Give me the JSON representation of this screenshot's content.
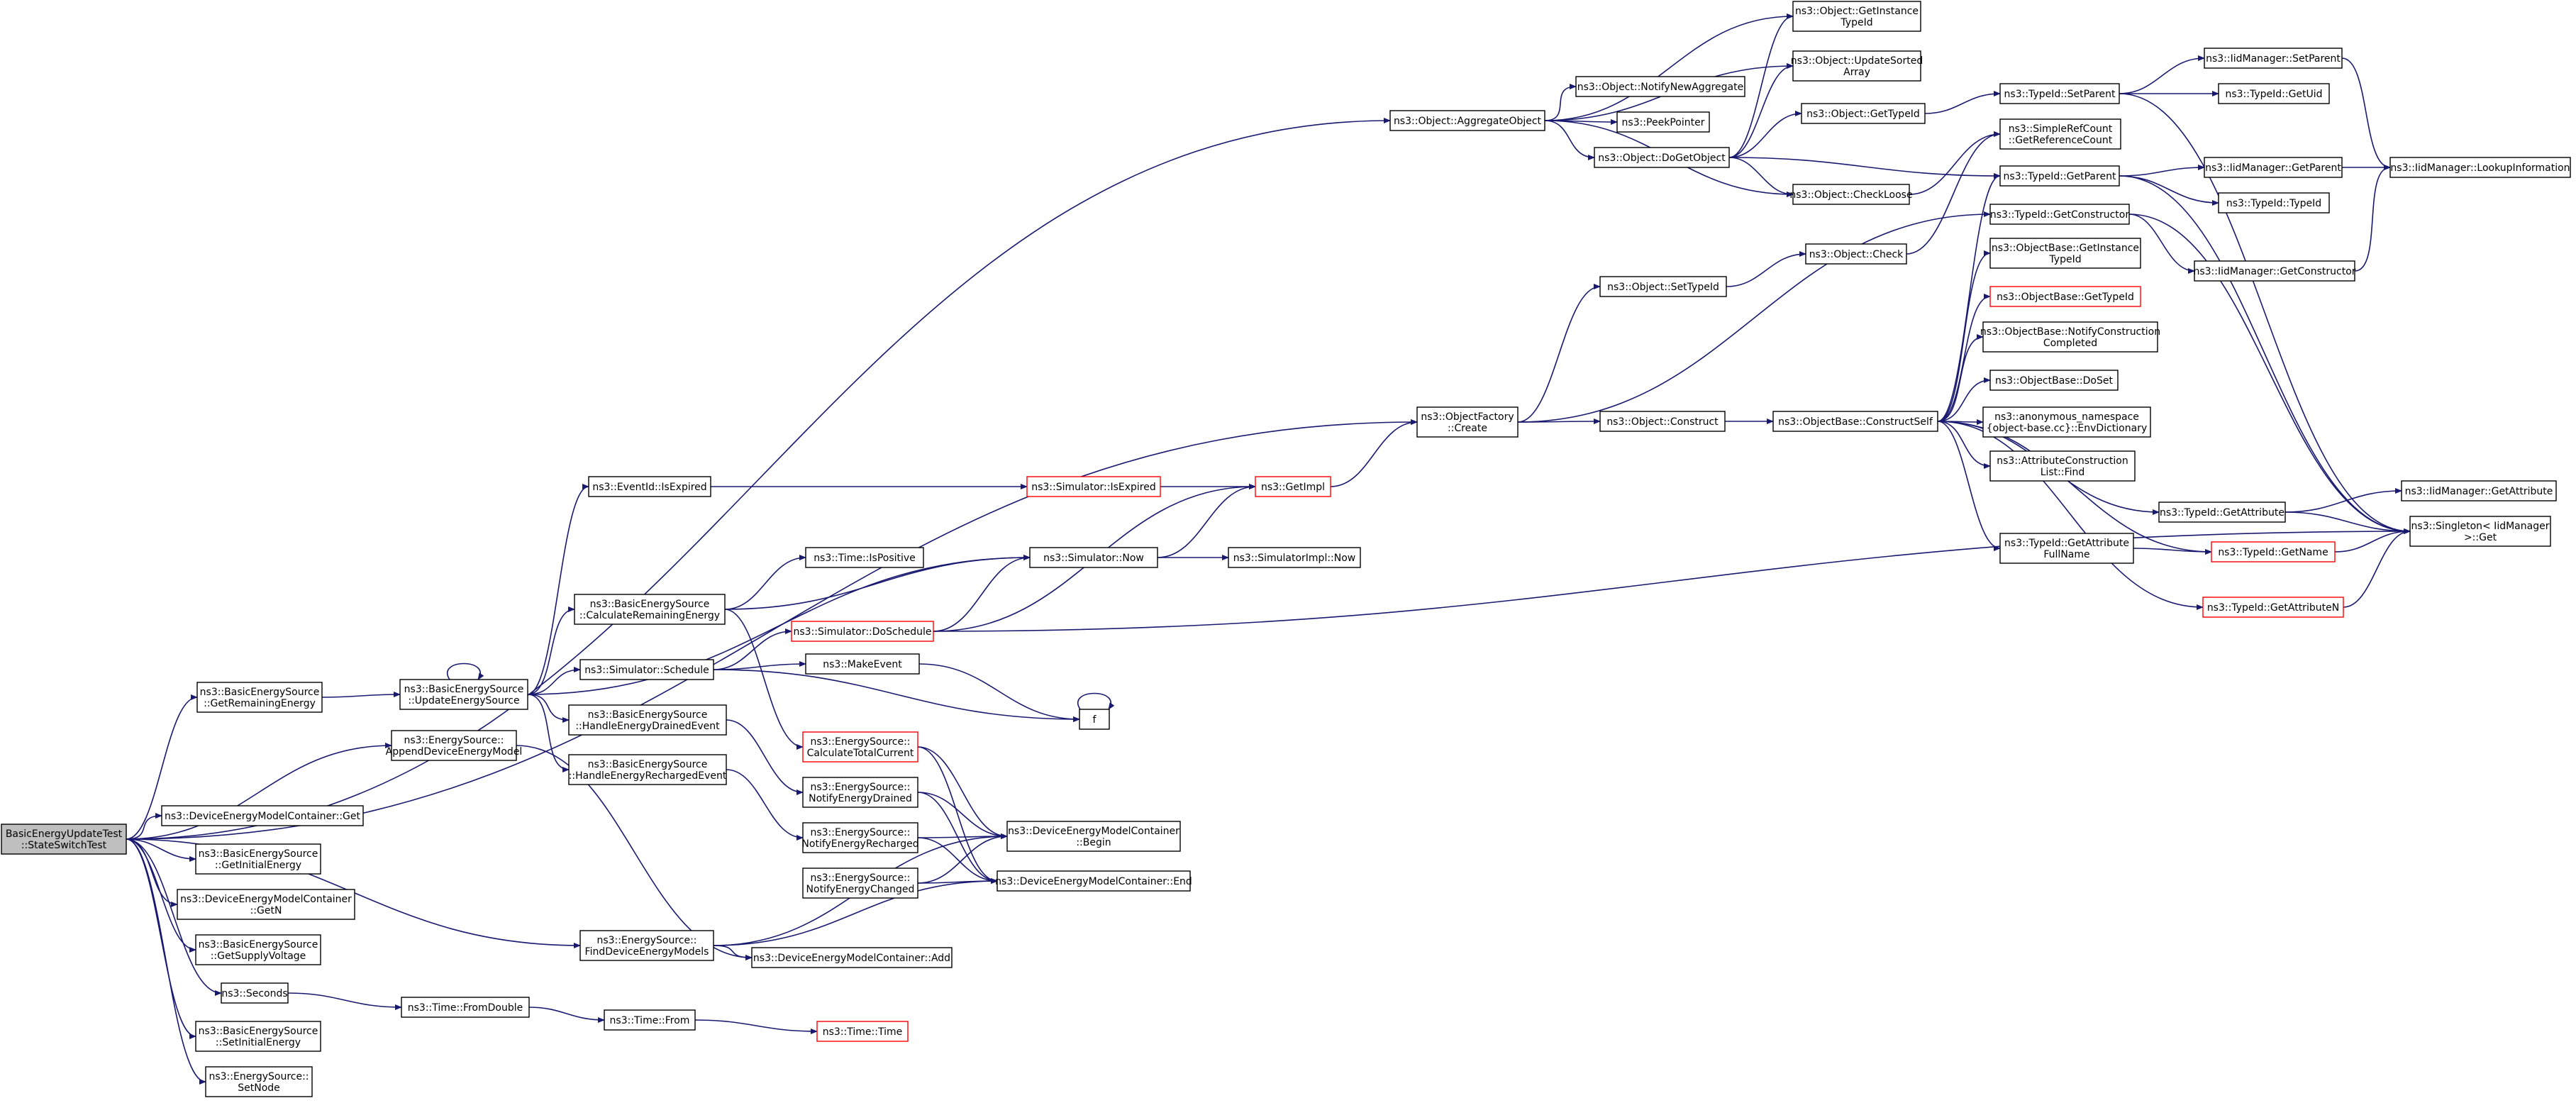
{
  "colors": {
    "edge": "#191970",
    "node_border": "#000000",
    "node_border_truncated": "#ff0000",
    "node_fill": "#ffffff",
    "root_fill": "#bfbfbf",
    "text": "#000000"
  },
  "nodes": [
    {
      "id": "root",
      "lines": [
        "BasicEnergyUpdateTest",
        "::StateSwitchTest"
      ],
      "truncated": false,
      "root": true
    },
    {
      "id": "aggregate",
      "lines": [
        "ns3::Object::AggregateObject"
      ],
      "truncated": false
    },
    {
      "id": "of_create",
      "lines": [
        "ns3::ObjectFactory",
        "::Create"
      ],
      "truncated": false
    },
    {
      "id": "bes_getremaining",
      "lines": [
        "ns3::BasicEnergySource",
        "::GetRemainingEnergy"
      ],
      "truncated": false
    },
    {
      "id": "es_append",
      "lines": [
        "ns3::EnergySource::",
        "AppendDeviceEnergyModel"
      ],
      "truncated": false
    },
    {
      "id": "demc_get",
      "lines": [
        "ns3::DeviceEnergyModelContainer::Get"
      ],
      "truncated": false
    },
    {
      "id": "bes_getinitial",
      "lines": [
        "ns3::BasicEnergySource",
        "::GetInitialEnergy"
      ],
      "truncated": false
    },
    {
      "id": "demc_getn",
      "lines": [
        "ns3::DeviceEnergyModelContainer",
        "::GetN"
      ],
      "truncated": false
    },
    {
      "id": "bes_getsupply",
      "lines": [
        "ns3::BasicEnergySource",
        "::GetSupplyVoltage"
      ],
      "truncated": false
    },
    {
      "id": "seconds",
      "lines": [
        "ns3::Seconds"
      ],
      "truncated": false
    },
    {
      "id": "bes_setinitial",
      "lines": [
        "ns3::BasicEnergySource",
        "::SetInitialEnergy"
      ],
      "truncated": false
    },
    {
      "id": "es_setnode",
      "lines": [
        "ns3::EnergySource::",
        "SetNode"
      ],
      "truncated": false
    },
    {
      "id": "bes_update",
      "lines": [
        "ns3::BasicEnergySource",
        "::UpdateEnergySource"
      ],
      "truncated": false
    },
    {
      "id": "es_find",
      "lines": [
        "ns3::EnergySource::",
        "FindDeviceEnergyModels"
      ],
      "truncated": false
    },
    {
      "id": "time_fromdouble",
      "lines": [
        "ns3::Time::FromDouble"
      ],
      "truncated": false
    },
    {
      "id": "time_from",
      "lines": [
        "ns3::Time::From"
      ],
      "truncated": false
    },
    {
      "id": "time_time",
      "lines": [
        "ns3::Time::Time"
      ],
      "truncated": true
    },
    {
      "id": "eventid_isexpired",
      "lines": [
        "ns3::EventId::IsExpired"
      ],
      "truncated": false
    },
    {
      "id": "bes_calcremaining",
      "lines": [
        "ns3::BasicEnergySource",
        "::CalculateRemainingEnergy"
      ],
      "truncated": false
    },
    {
      "id": "sim_schedule",
      "lines": [
        "ns3::Simulator::Schedule"
      ],
      "truncated": false
    },
    {
      "id": "bes_handledrained",
      "lines": [
        "ns3::BasicEnergySource",
        "::HandleEnergyDrainedEvent"
      ],
      "truncated": false
    },
    {
      "id": "bes_handlerecharged",
      "lines": [
        "ns3::BasicEnergySource",
        "::HandleEnergyRechargedEvent"
      ],
      "truncated": false
    },
    {
      "id": "sim_isexpired",
      "lines": [
        "ns3::Simulator::IsExpired"
      ],
      "truncated": true
    },
    {
      "id": "getimpl",
      "lines": [
        "ns3::GetImpl"
      ],
      "truncated": true
    },
    {
      "id": "sim_now",
      "lines": [
        "ns3::Simulator::Now"
      ],
      "truncated": false
    },
    {
      "id": "simimpl_now",
      "lines": [
        "ns3::SimulatorImpl::Now"
      ],
      "truncated": false
    },
    {
      "id": "time_ispositive",
      "lines": [
        "ns3::Time::IsPositive"
      ],
      "truncated": false
    },
    {
      "id": "sim_doschedule",
      "lines": [
        "ns3::Simulator::DoSchedule"
      ],
      "truncated": true
    },
    {
      "id": "makeevent",
      "lines": [
        "ns3::MakeEvent"
      ],
      "truncated": false
    },
    {
      "id": "f",
      "lines": [
        "f"
      ],
      "truncated": false
    },
    {
      "id": "es_calctotal",
      "lines": [
        "ns3::EnergySource::",
        "CalculateTotalCurrent"
      ],
      "truncated": true
    },
    {
      "id": "es_notifydrained",
      "lines": [
        "ns3::EnergySource::",
        "NotifyEnergyDrained"
      ],
      "truncated": false
    },
    {
      "id": "es_notifyrecharged",
      "lines": [
        "ns3::EnergySource::",
        "NotifyEnergyRecharged"
      ],
      "truncated": false
    },
    {
      "id": "es_notifychanged",
      "lines": [
        "ns3::EnergySource::",
        "NotifyEnergyChanged"
      ],
      "truncated": false
    },
    {
      "id": "demc_begin",
      "lines": [
        "ns3::DeviceEnergyModelContainer",
        "::Begin"
      ],
      "truncated": false
    },
    {
      "id": "demc_end",
      "lines": [
        "ns3::DeviceEnergyModelContainer::End"
      ],
      "truncated": false
    },
    {
      "id": "demc_add",
      "lines": [
        "ns3::DeviceEnergyModelContainer::Add"
      ],
      "truncated": false
    },
    {
      "id": "obj_setypeid",
      "lines": [
        "ns3::Object::SetTypeId"
      ],
      "truncated": false
    },
    {
      "id": "obj_construct",
      "lines": [
        "ns3::Object::Construct"
      ],
      "truncated": false
    },
    {
      "id": "obj_check",
      "lines": [
        "ns3::Object::Check"
      ],
      "truncated": false
    },
    {
      "id": "objbase_constructself",
      "lines": [
        "ns3::ObjectBase::ConstructSelf"
      ],
      "truncated": false
    },
    {
      "id": "obj_getinstancetypeid",
      "lines": [
        "ns3::Object::GetInstance",
        "TypeId"
      ],
      "truncated": false
    },
    {
      "id": "obj_updatesorted",
      "lines": [
        "ns3::Object::UpdateSorted",
        "Array"
      ],
      "truncated": false
    },
    {
      "id": "obj_notifynewagg",
      "lines": [
        "ns3::Object::NotifyNewAggregate"
      ],
      "truncated": false
    },
    {
      "id": "peekpointer",
      "lines": [
        "ns3::PeekPointer"
      ],
      "truncated": false
    },
    {
      "id": "obj_dogetobject",
      "lines": [
        "ns3::Object::DoGetObject"
      ],
      "truncated": false
    },
    {
      "id": "obj_gettypeid",
      "lines": [
        "ns3::Object::GetTypeId"
      ],
      "truncated": false
    },
    {
      "id": "obj_checkloose",
      "lines": [
        "ns3::Object::CheckLoose"
      ],
      "truncated": false
    },
    {
      "id": "simplerefcount",
      "lines": [
        "ns3::SimpleRefCount",
        "::GetReferenceCount"
      ],
      "truncated": false
    },
    {
      "id": "typeid_setparent",
      "lines": [
        "ns3::TypeId::SetParent"
      ],
      "truncated": false
    },
    {
      "id": "typeid_getparent",
      "lines": [
        "ns3::TypeId::GetParent"
      ],
      "truncated": false
    },
    {
      "id": "typeid_getconstructor",
      "lines": [
        "ns3::TypeId::GetConstructor"
      ],
      "truncated": false
    },
    {
      "id": "objbase_getinstancetypeid",
      "lines": [
        "ns3::ObjectBase::GetInstance",
        "TypeId"
      ],
      "truncated": false
    },
    {
      "id": "objbase_gettypeid",
      "lines": [
        "ns3::ObjectBase::GetTypeId"
      ],
      "truncated": true
    },
    {
      "id": "objbase_notifyconstruction",
      "lines": [
        "ns3::ObjectBase::NotifyConstruction",
        "Completed"
      ],
      "truncated": false
    },
    {
      "id": "objbase_doset",
      "lines": [
        "ns3::ObjectBase::DoSet"
      ],
      "truncated": false
    },
    {
      "id": "anon_envdict",
      "lines": [
        "ns3::anonymous_namespace",
        "{object-base.cc}::EnvDictionary"
      ],
      "truncated": false
    },
    {
      "id": "attrconst_find",
      "lines": [
        "ns3::AttributeConstruction",
        "List::Find"
      ],
      "truncated": false
    },
    {
      "id": "typeid_getattribute",
      "lines": [
        "ns3::TypeId::GetAttribute"
      ],
      "truncated": false
    },
    {
      "id": "typeid_getattrfullname",
      "lines": [
        "ns3::TypeId::GetAttribute",
        "FullName"
      ],
      "truncated": false
    },
    {
      "id": "typeid_getname",
      "lines": [
        "ns3::TypeId::GetName"
      ],
      "truncated": true
    },
    {
      "id": "typeid_getattributen",
      "lines": [
        "ns3::TypeId::GetAttributeN"
      ],
      "truncated": true
    },
    {
      "id": "iidm_setparent",
      "lines": [
        "ns3::IidManager::SetParent"
      ],
      "truncated": false
    },
    {
      "id": "typeid_getuid",
      "lines": [
        "ns3::TypeId::GetUid"
      ],
      "truncated": false
    },
    {
      "id": "iidm_getparent",
      "lines": [
        "ns3::IidManager::GetParent"
      ],
      "truncated": false
    },
    {
      "id": "typeid_typeid",
      "lines": [
        "ns3::TypeId::TypeId"
      ],
      "truncated": false
    },
    {
      "id": "iidm_getconstructor",
      "lines": [
        "ns3::IidManager::GetConstructor"
      ],
      "truncated": false
    },
    {
      "id": "iidm_lookupinfo",
      "lines": [
        "ns3::IidManager::LookupInformation"
      ],
      "truncated": false
    },
    {
      "id": "iidm_getattribute",
      "lines": [
        "ns3::IidManager::GetAttribute"
      ],
      "truncated": false
    },
    {
      "id": "singleton_get",
      "lines": [
        "ns3::Singleton< IidManager",
        " >::Get"
      ],
      "truncated": false
    }
  ],
  "edges": [
    [
      "root",
      "aggregate"
    ],
    [
      "root",
      "of_create"
    ],
    [
      "root",
      "bes_getremaining"
    ],
    [
      "root",
      "es_append"
    ],
    [
      "root",
      "demc_get"
    ],
    [
      "root",
      "bes_getinitial"
    ],
    [
      "root",
      "demc_getn"
    ],
    [
      "root",
      "bes_getsupply"
    ],
    [
      "root",
      "seconds"
    ],
    [
      "root",
      "bes_setinitial"
    ],
    [
      "root",
      "es_setnode"
    ],
    [
      "root",
      "es_find"
    ],
    [
      "bes_getremaining",
      "bes_update"
    ],
    [
      "bes_update",
      "bes_update"
    ],
    [
      "bes_update",
      "eventid_isexpired"
    ],
    [
      "bes_update",
      "bes_calcremaining"
    ],
    [
      "bes_update",
      "sim_schedule"
    ],
    [
      "bes_update",
      "bes_handledrained"
    ],
    [
      "bes_update",
      "bes_handlerecharged"
    ],
    [
      "bes_update",
      "sim_now"
    ],
    [
      "es_append",
      "demc_add"
    ],
    [
      "es_find",
      "demc_begin"
    ],
    [
      "es_find",
      "demc_end"
    ],
    [
      "es_find",
      "demc_add"
    ],
    [
      "seconds",
      "time_fromdouble"
    ],
    [
      "time_fromdouble",
      "time_from"
    ],
    [
      "time_from",
      "time_time"
    ],
    [
      "eventid_isexpired",
      "sim_isexpired"
    ],
    [
      "sim_isexpired",
      "getimpl"
    ],
    [
      "bes_calcremaining",
      "sim_now"
    ],
    [
      "bes_calcremaining",
      "time_ispositive"
    ],
    [
      "bes_calcremaining",
      "es_calctotal"
    ],
    [
      "sim_now",
      "getimpl"
    ],
    [
      "sim_now",
      "simimpl_now"
    ],
    [
      "sim_schedule",
      "sim_doschedule"
    ],
    [
      "sim_schedule",
      "makeevent"
    ],
    [
      "sim_schedule",
      "f"
    ],
    [
      "sim_doschedule",
      "getimpl"
    ],
    [
      "sim_doschedule",
      "sim_now"
    ],
    [
      "sim_doschedule",
      "singleton_get"
    ],
    [
      "makeevent",
      "f"
    ],
    [
      "f",
      "f"
    ],
    [
      "bes_handledrained",
      "es_notifydrained"
    ],
    [
      "bes_handlerecharged",
      "es_notifyrecharged"
    ],
    [
      "es_calctotal",
      "demc_begin"
    ],
    [
      "es_calctotal",
      "demc_end"
    ],
    [
      "es_notifydrained",
      "demc_begin"
    ],
    [
      "es_notifydrained",
      "demc_end"
    ],
    [
      "es_notifyrecharged",
      "demc_begin"
    ],
    [
      "es_notifyrecharged",
      "demc_end"
    ],
    [
      "es_notifychanged",
      "demc_begin"
    ],
    [
      "es_notifychanged",
      "demc_end"
    ],
    [
      "getimpl",
      "of_create"
    ],
    [
      "of_create",
      "obj_setypeid"
    ],
    [
      "of_create",
      "obj_construct"
    ],
    [
      "of_create",
      "typeid_getconstructor"
    ],
    [
      "obj_setypeid",
      "obj_check"
    ],
    [
      "obj_check",
      "simplerefcount"
    ],
    [
      "obj_construct",
      "objbase_constructself"
    ],
    [
      "aggregate",
      "obj_getinstancetypeid"
    ],
    [
      "aggregate",
      "obj_updatesorted"
    ],
    [
      "aggregate",
      "obj_notifynewagg"
    ],
    [
      "aggregate",
      "peekpointer"
    ],
    [
      "aggregate",
      "obj_dogetobject"
    ],
    [
      "aggregate",
      "obj_checkloose"
    ],
    [
      "obj_dogetobject",
      "obj_getinstancetypeid"
    ],
    [
      "obj_dogetobject",
      "obj_updatesorted"
    ],
    [
      "obj_dogetobject",
      "obj_gettypeid"
    ],
    [
      "obj_dogetobject",
      "typeid_getparent"
    ],
    [
      "obj_dogetobject",
      "obj_checkloose"
    ],
    [
      "obj_gettypeid",
      "typeid_setparent"
    ],
    [
      "obj_checkloose",
      "simplerefcount"
    ],
    [
      "typeid_setparent",
      "iidm_setparent"
    ],
    [
      "typeid_setparent",
      "typeid_getuid"
    ],
    [
      "typeid_setparent",
      "singleton_get"
    ],
    [
      "iidm_setparent",
      "iidm_lookupinfo"
    ],
    [
      "typeid_getparent",
      "iidm_getparent"
    ],
    [
      "typeid_getparent",
      "typeid_typeid"
    ],
    [
      "typeid_getparent",
      "singleton_get"
    ],
    [
      "iidm_getparent",
      "iidm_lookupinfo"
    ],
    [
      "typeid_getconstructor",
      "iidm_getconstructor"
    ],
    [
      "typeid_getconstructor",
      "singleton_get"
    ],
    [
      "iidm_getconstructor",
      "iidm_lookupinfo"
    ],
    [
      "objbase_constructself",
      "typeid_getparent"
    ],
    [
      "objbase_constructself",
      "objbase_getinstancetypeid"
    ],
    [
      "objbase_constructself",
      "objbase_gettypeid"
    ],
    [
      "objbase_constructself",
      "objbase_notifyconstruction"
    ],
    [
      "objbase_constructself",
      "objbase_doset"
    ],
    [
      "objbase_constructself",
      "anon_envdict"
    ],
    [
      "objbase_constructself",
      "attrconst_find"
    ],
    [
      "objbase_constructself",
      "typeid_getattribute"
    ],
    [
      "objbase_constructself",
      "typeid_getattrfullname"
    ],
    [
      "objbase_constructself",
      "typeid_getname"
    ],
    [
      "objbase_constructself",
      "typeid_getattributen"
    ],
    [
      "typeid_getattribute",
      "iidm_getattribute"
    ],
    [
      "typeid_getattribute",
      "singleton_get"
    ],
    [
      "typeid_getattrfullname",
      "typeid_getname"
    ],
    [
      "typeid_getname",
      "singleton_get"
    ],
    [
      "typeid_getattributen",
      "singleton_get"
    ]
  ]
}
